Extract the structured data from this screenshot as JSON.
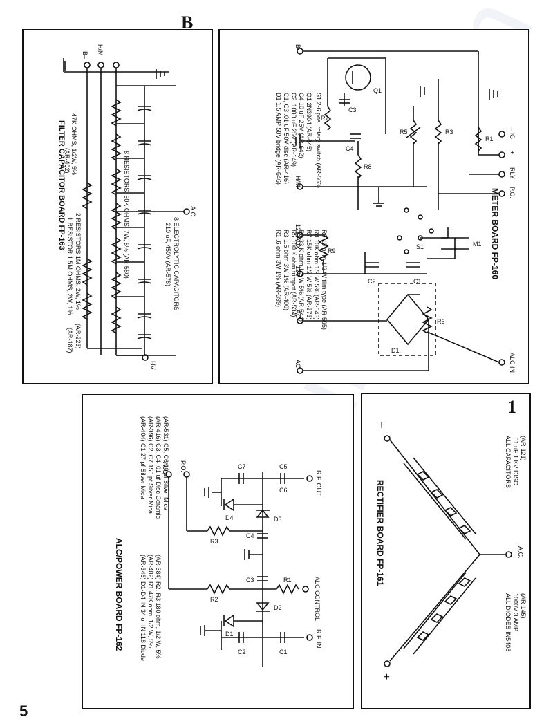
{
  "page": {
    "number": "5",
    "watermark": "all-guides.com",
    "corner_mark_b": "B",
    "corner_mark_1": "1"
  },
  "filter_board": {
    "title": "FILTER CAPACITOR BOARD FP-163",
    "labels": [
      "B–",
      "H/M",
      "A.C.",
      "HV"
    ],
    "note_47k": "47K OHMS, 1/2W, 5%",
    "note_47k_part": "(AR-402)",
    "note_resistors": "8 RESISTORS, 50K OHMS, 7W, 5% (AR-580)",
    "note_caps": "8 ELECTROLYTIC CAPACITORS",
    "note_caps2": "210 uF, 450V (AR-578)",
    "note_r1": "2 RESISTORS 1M OHMS, 2W, 1%",
    "note_r1_part": "(AR-223)",
    "note_r2": "1 RESISTOR 1.5M OHMS, 2W, 1%",
    "note_r2_part": "(AR-187)"
  },
  "meter_board": {
    "title": "METER BOARD FP-160",
    "terminals": [
      "B–",
      "H/M",
      "12V AUX",
      "12V",
      "AC",
      "AC",
      "ALC IN",
      "P.O.",
      "RLY",
      "+",
      "– IG"
    ],
    "parts_left": [
      "D1 1.5 AMP 50V bridge (AR-646)",
      "C1, C3 .01 uF 50V disc (AR-416)",
      "C2 .1000 uF 25V (AR-149)",
      "C4 10 uF 25V (AR-642)",
      "Q1 2N3904 (AR-645)",
      "S1 2-6 pos. rotary switch (AR-563)"
    ],
    "parts_right": [
      "R1 .6 ohm 3W 1% (AR-399)",
      "R3 1.5 ohm 3W 1% (AR-400)",
      "R5 100 K ohm trimpot (AR-534)",
      "R6 33 K ohm 1/2 W 5% (AR-544)",
      "R7 15K ohm 1/2 W 5% (AR-273)",
      "R8 10K ohm 1/2 W 5% (AR-643)",
      "R9 10 ohm 1/2 W film type (AR-595)"
    ],
    "components": [
      "R7",
      "C3",
      "Q1",
      "C4",
      "R8",
      "R5",
      "R3",
      "R1",
      "S1",
      "M1",
      "C2",
      "C1",
      "R9",
      "R6",
      "D1"
    ]
  },
  "alc_board": {
    "title": "ALC/POWER BOARD FP-162",
    "terminals": [
      "ALC",
      "P.O.",
      "R.F. OUT",
      "ALC CONTROL",
      "R.F. IN"
    ],
    "parts_left": [
      "(AR-404) C1 27 pf Silver Mica",
      "(AR-396) C2, C7 150 pf Silver Mica",
      "(AR-416) C3, C4 .01 uf Disc Ceramic",
      "(AR-531) C5, C6 10 pf Silver Mica"
    ],
    "parts_right": [
      "(AR-346) D1-D4 IN 34 or IN 118 Diode",
      "(AR-402) R1 47K ohm, 1/2 W, 5%",
      "(AR-384) R2, R3 180 ohm, 1/2 W, 5%"
    ],
    "components": [
      "C7",
      "C5",
      "C6",
      "D4",
      "D3",
      "R3",
      "C4",
      "R1",
      "C3",
      "R2",
      "D2",
      "D1",
      "C2",
      "C1"
    ]
  },
  "rectifier_board": {
    "title": "RECTIFIER BOARD FP-161",
    "terminals": [
      "–",
      "A.C.",
      "+"
    ],
    "note_caps": "ALL CAPACITORS",
    "note_caps2": ".01 uF 1 KV DISC",
    "note_caps3": "(AR-121)",
    "note_diodes": "ALL DIODES IN5408",
    "note_diodes2": "1000V 3 AMP",
    "note_diodes3": "(AR-145)"
  }
}
